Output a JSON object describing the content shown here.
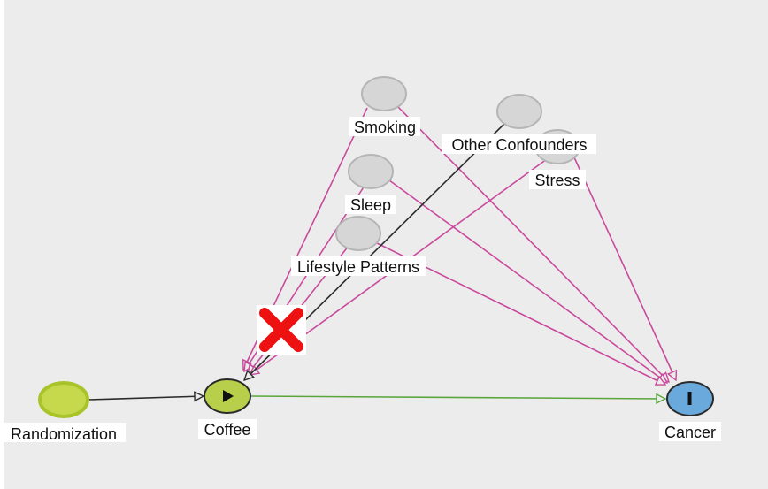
{
  "colors": {
    "background": "#ececec",
    "confounder_edge": "#c94a9c",
    "causal_edge": "#5aa63c",
    "plain_edge": "#2b2b2b",
    "exposure_fill": "#b7cf4a",
    "outcome_fill": "#6aa9dc",
    "latent_fill": "#d6d6d6",
    "adjusted_fill": "#c6d94c",
    "cross_mark": "#ee1111"
  },
  "nodes": {
    "smoking": {
      "label": "Smoking",
      "type": "latent"
    },
    "other_confounders": {
      "label": "Other Confounders",
      "type": "latent"
    },
    "stress": {
      "label": "Stress",
      "type": "latent"
    },
    "sleep": {
      "label": "Sleep",
      "type": "latent"
    },
    "lifestyle": {
      "label": "Lifestyle Patterns",
      "type": "latent"
    },
    "randomization": {
      "label": "Randomization",
      "type": "instrument"
    },
    "coffee": {
      "label": "Coffee",
      "type": "exposure",
      "icon": "play-icon"
    },
    "cancer": {
      "label": "Cancer",
      "type": "outcome",
      "icon": "bar-icon"
    }
  },
  "edges": [
    {
      "from": "smoking",
      "to": "coffee",
      "kind": "confounder"
    },
    {
      "from": "smoking",
      "to": "cancer",
      "kind": "confounder"
    },
    {
      "from": "sleep",
      "to": "coffee",
      "kind": "confounder"
    },
    {
      "from": "sleep",
      "to": "cancer",
      "kind": "confounder"
    },
    {
      "from": "lifestyle",
      "to": "coffee",
      "kind": "confounder"
    },
    {
      "from": "lifestyle",
      "to": "cancer",
      "kind": "confounder"
    },
    {
      "from": "stress",
      "to": "coffee",
      "kind": "confounder"
    },
    {
      "from": "stress",
      "to": "cancer",
      "kind": "confounder"
    },
    {
      "from": "other_confounders",
      "to": "coffee",
      "kind": "plain",
      "blocked": true
    },
    {
      "from": "randomization",
      "to": "coffee",
      "kind": "plain"
    },
    {
      "from": "coffee",
      "to": "cancer",
      "kind": "causal"
    }
  ],
  "blocked_marker": "cross-icon"
}
